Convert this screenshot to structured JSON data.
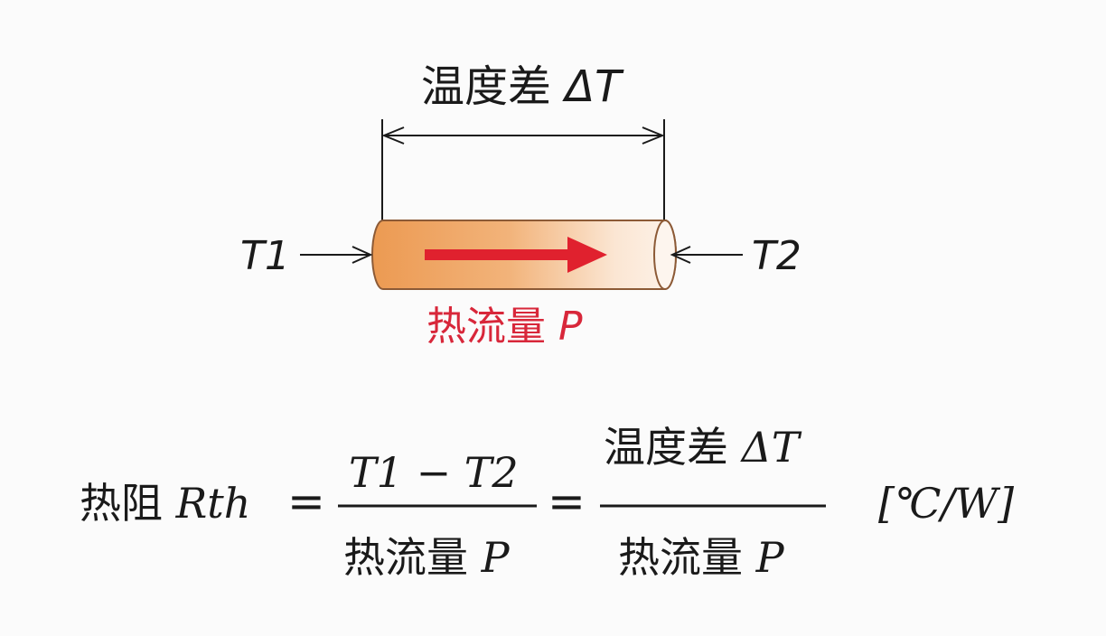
{
  "diagram": {
    "temp_diff_label": "温度差",
    "temp_diff_symbol": "ΔT",
    "t1_label": "T1",
    "t2_label": "T2",
    "heat_flow_label": "热流量",
    "heat_flow_symbol": "P"
  },
  "formula": {
    "lhs_label": "热阻",
    "lhs_symbol": "Rth",
    "equals": "=",
    "frac1_numerator": "T1 − T2",
    "frac1_denominator_label": "热流量",
    "frac1_denominator_symbol": "P",
    "frac2_numerator_label": "温度差",
    "frac2_numerator_symbol": "ΔT",
    "frac2_denominator_label": "热流量",
    "frac2_denominator_symbol": "P",
    "unit": "[℃/W]"
  },
  "colors": {
    "rod_orange": "#f0a25a",
    "arrow_red": "#e0212e",
    "label_red": "#d8273a",
    "ink": "#1a1a1a"
  }
}
